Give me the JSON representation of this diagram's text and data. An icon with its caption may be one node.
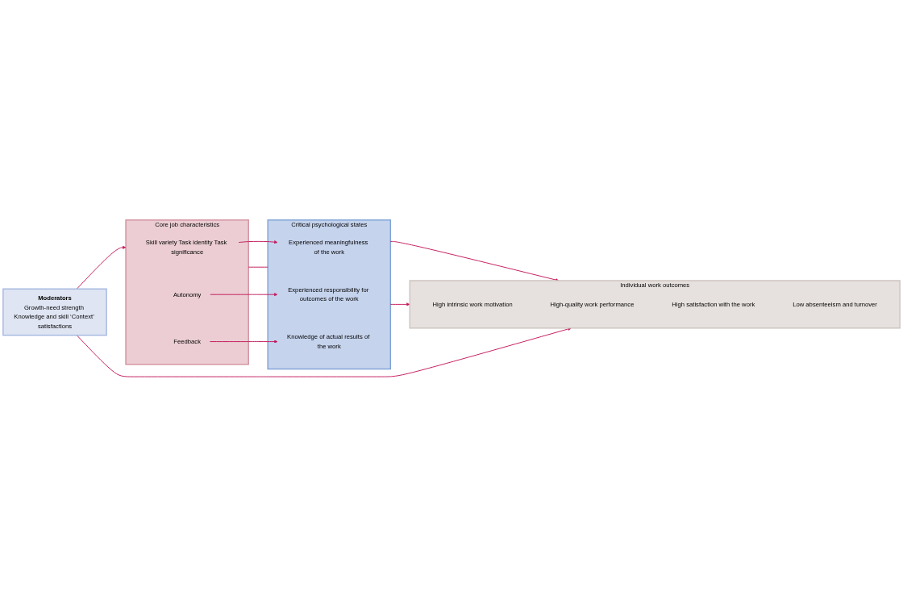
{
  "diagram": {
    "nodes": [
      {
        "text": [
          "Core job characteristics"
        ]
      },
      {
        "text": [
          "Skill variety Task identity Task significance"
        ],
        "in": 0
      },
      {
        "text": [
          "Autonomy"
        ],
        "in": 0
      },
      {
        "text": [
          "Feedback"
        ],
        "in": 0
      },
      {
        "text": [
          "Critical psychological states"
        ]
      },
      {
        "text": [
          "Experienced meaningfulness of the work"
        ],
        "in": 4
      },
      {
        "text": [
          "Experienced responsibility for outcomes of the work"
        ],
        "in": 4
      },
      {
        "text": [
          "Knowledge of actual results of the work"
        ],
        "in": 4
      },
      {
        "text": [
          "Individual work outcomes"
        ]
      },
      {
        "text": [
          "High intrinsic work motivation"
        ],
        "in": 8
      },
      {
        "text": [
          "High-quality work performance"
        ],
        "in": 8
      },
      {
        "text": [
          "High satisfaction with the work"
        ],
        "in": 8
      },
      {
        "text": [
          "Low absenteeism and turnover"
        ],
        "in": 8
      },
      {
        "text": [
          "Moderators",
          "Growth-need strength Knowledge and skill ‘Context’ satisfactions"
        ]
      }
    ],
    "edges": [
      {
        "from": 0,
        "to": 4,
        "arrow": "none"
      },
      {
        "from": 4,
        "to": 8,
        "arrow": "to"
      },
      {
        "from": 1,
        "to": 5,
        "arrow": "to"
      },
      {
        "from": 2,
        "to": 6,
        "arrow": "to"
      },
      {
        "from": 3,
        "to": 7,
        "arrow": "to"
      },
      {
        "from": 4,
        "to": 8,
        "arrow": "to"
      },
      {
        "from": 13,
        "to": 0,
        "arrow": "to"
      },
      {
        "from": 13,
        "to": 8,
        "arrow": "to"
      }
    ]
  }
}
